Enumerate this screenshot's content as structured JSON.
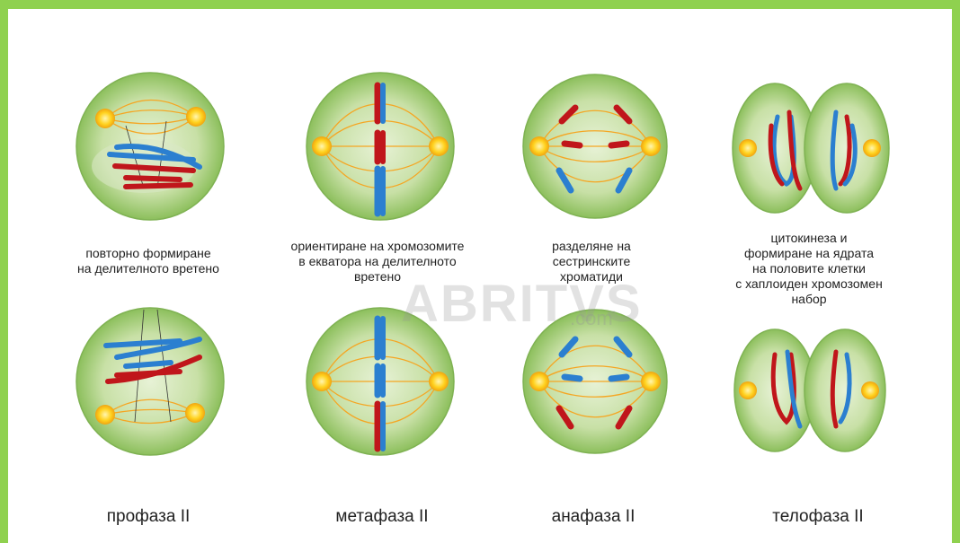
{
  "colors": {
    "frame": "#8fd14f",
    "cell": "#bfdc9a",
    "spindle": "#f5a623",
    "centrosome": "#ffd21f",
    "chromosome_red": "#c0161b",
    "chromosome_blue": "#2b7fd0"
  },
  "captions": {
    "prophase": [
      "повторно формиране",
      "на делителното вретено"
    ],
    "metaphase": [
      "ориентиране на хромозомите",
      "в екватора на делителното",
      "вретено"
    ],
    "anaphase": [
      "разделяне на",
      "сестринските",
      "хроматиди"
    ],
    "telophase": [
      "цитокинеза и",
      "формиране на ядрата",
      "на половите клетки",
      "с хаплоиден хромозомен",
      "набор"
    ]
  },
  "stages": [
    "профаза II",
    "метафаза II",
    "анафаза II",
    "телофаза II"
  ],
  "watermark": {
    "main": "ABRITVS",
    "suffix": ".com"
  }
}
